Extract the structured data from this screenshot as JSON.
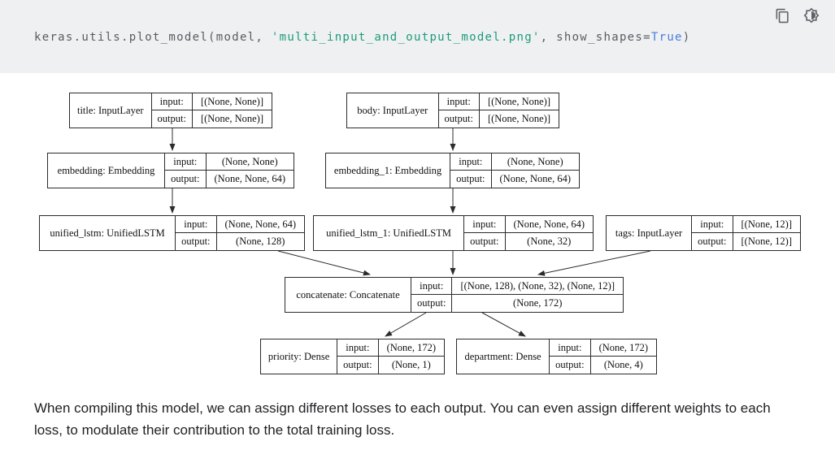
{
  "code_cell": {
    "code": {
      "prefix": "keras.utils.plot_model(model, ",
      "string": "'multi_input_and_output_model.png'",
      "middle": ", show_shapes=",
      "keyword": "True",
      "suffix": ")"
    },
    "icons": {
      "copy": "copy-icon",
      "theme": "brightness-icon"
    }
  },
  "colors": {
    "cell_bg": "#eef0f2",
    "code_text": "#585d63",
    "string_token": "#1e9b7b",
    "keyword_token": "#4a7de0",
    "diagram_stroke": "#2b2b2b"
  },
  "diagram": {
    "row_labels": {
      "input": "input:",
      "output": "output:"
    },
    "nodes": [
      {
        "name": "title: InputLayer",
        "input_shape": "[(None, None)]",
        "output_shape": "[(None, None)]"
      },
      {
        "name": "body: InputLayer",
        "input_shape": "[(None, None)]",
        "output_shape": "[(None, None)]"
      },
      {
        "name": "embedding: Embedding",
        "input_shape": "(None, None)",
        "output_shape": "(None, None, 64)"
      },
      {
        "name": "embedding_1: Embedding",
        "input_shape": "(None, None)",
        "output_shape": "(None, None, 64)"
      },
      {
        "name": "unified_lstm: UnifiedLSTM",
        "input_shape": "(None, None, 64)",
        "output_shape": "(None, 128)"
      },
      {
        "name": "unified_lstm_1: UnifiedLSTM",
        "input_shape": "(None, None, 64)",
        "output_shape": "(None, 32)"
      },
      {
        "name": "tags: InputLayer",
        "input_shape": "[(None, 12)]",
        "output_shape": "[(None, 12)]"
      },
      {
        "name": "concatenate: Concatenate",
        "input_shape": "[(None, 128), (None, 32), (None, 12)]",
        "output_shape": "(None, 172)"
      },
      {
        "name": "priority: Dense",
        "input_shape": "(None, 172)",
        "output_shape": "(None, 1)"
      },
      {
        "name": "department: Dense",
        "input_shape": "(None, 172)",
        "output_shape": "(None, 4)"
      }
    ]
  },
  "footer": {
    "paragraph": "When compiling this model, we can assign different losses to each output. You can even assign different weights to each loss, to modulate their contribution to the total training loss."
  }
}
